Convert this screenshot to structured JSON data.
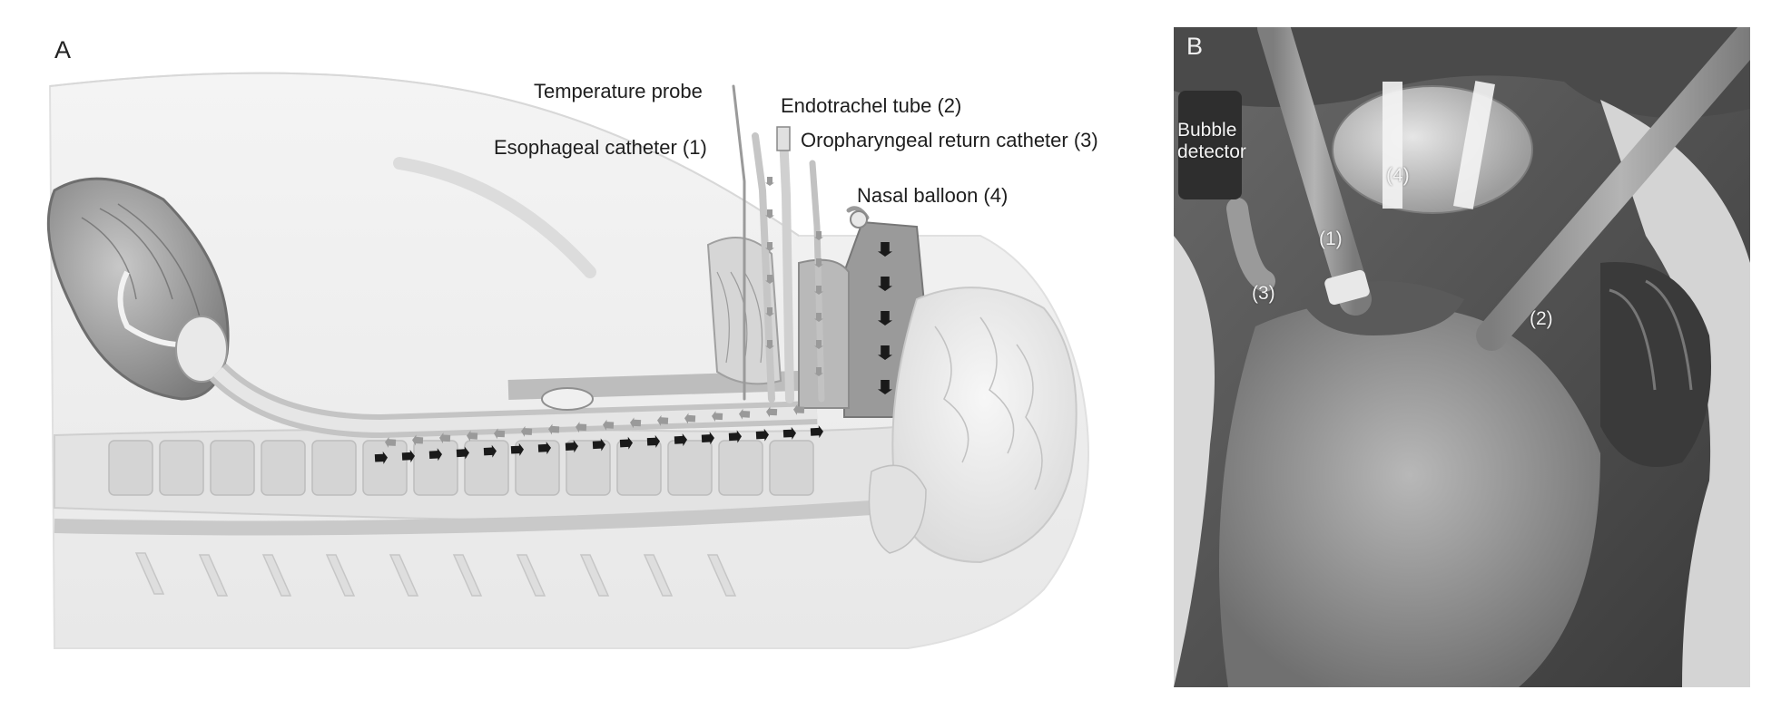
{
  "panel_a": {
    "letter": "A",
    "labels": {
      "temperature_probe": "Temperature probe",
      "esophageal_catheter": "Esophageal catheter (1)",
      "endotracheal_tube": "Endotrachel tube (2)",
      "oropharyngeal_catheter": "Oropharyngeal return catheter (3)",
      "nasal_balloon": "Nasal balloon (4)"
    }
  },
  "panel_b": {
    "letter": "B",
    "labels": {
      "bubble_detector": "Bubble\ndetector",
      "n1": "(1)",
      "n2": "(2)",
      "n3": "(3)",
      "n4": "(4)"
    }
  },
  "colors": {
    "tissue_light": "#eeeeee",
    "tissue_mid": "#d2d2d2",
    "tissue_dark": "#a8a8a8",
    "cavity_dark": "#8a8a8a",
    "arrow_dark": "#1a1a1a",
    "arrow_light": "#9a9a9a",
    "outline": "#b8b8b8"
  },
  "icons": [
    "flow-arrow-icon"
  ]
}
